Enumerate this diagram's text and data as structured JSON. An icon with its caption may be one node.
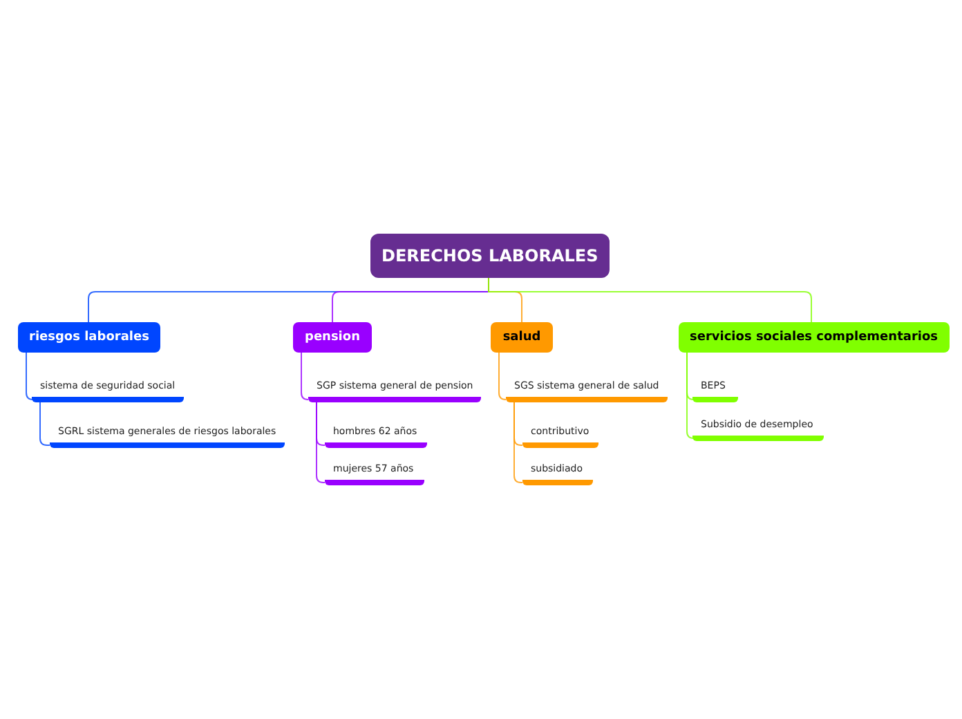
{
  "diagram": {
    "nodes": [
      {
        "text": [
          "DERECHOS LABORALES"
        ]
      },
      {
        "text": [
          "riesgos laborales"
        ]
      },
      {
        "text": [
          "sistema de seguridad social"
        ]
      },
      {
        "text": [
          "SGRL sistema generales de riesgos laborales"
        ]
      },
      {
        "text": [
          "pension"
        ]
      },
      {
        "text": [
          "SGP sistema general de pension"
        ]
      },
      {
        "text": [
          "hombres 62 años"
        ]
      },
      {
        "text": [
          "mujeres 57 años"
        ]
      },
      {
        "text": [
          "salud"
        ]
      },
      {
        "text": [
          "SGS sistema general de salud"
        ]
      },
      {
        "text": [
          "contributivo"
        ]
      },
      {
        "text": [
          "subsidiado"
        ]
      },
      {
        "text": [
          "servicios sociales complementarios"
        ]
      },
      {
        "text": [
          "BEPS"
        ]
      },
      {
        "text": [
          "Subsidio de desempleo"
        ]
      }
    ],
    "edges": [
      {
        "from": 0,
        "to": 1,
        "arrow": "none",
        "color": "#0046ff"
      },
      {
        "from": 1,
        "to": 2,
        "arrow": "none",
        "color": "#0046ff"
      },
      {
        "from": 2,
        "to": 3,
        "arrow": "none",
        "color": "#0046ff"
      },
      {
        "from": 0,
        "to": 4,
        "arrow": "none",
        "color": "#9900ff"
      },
      {
        "from": 4,
        "to": 5,
        "arrow": "none",
        "color": "#9900ff"
      },
      {
        "from": 5,
        "to": 6,
        "arrow": "none",
        "color": "#9900ff"
      },
      {
        "from": 5,
        "to": 7,
        "arrow": "none",
        "color": "#9900ff"
      },
      {
        "from": 0,
        "to": 8,
        "arrow": "none",
        "color": "#ff9900"
      },
      {
        "from": 8,
        "to": 9,
        "arrow": "none",
        "color": "#ff9900"
      },
      {
        "from": 9,
        "to": 10,
        "arrow": "none",
        "color": "#ff9900"
      },
      {
        "from": 9,
        "to": 11,
        "arrow": "none",
        "color": "#ff9900"
      },
      {
        "from": 0,
        "to": 12,
        "arrow": "none",
        "color": "#80ff00"
      },
      {
        "from": 12,
        "to": 13,
        "arrow": "none",
        "color": "#80ff00"
      },
      {
        "from": 12,
        "to": 14,
        "arrow": "none",
        "color": "#80ff00"
      }
    ]
  }
}
